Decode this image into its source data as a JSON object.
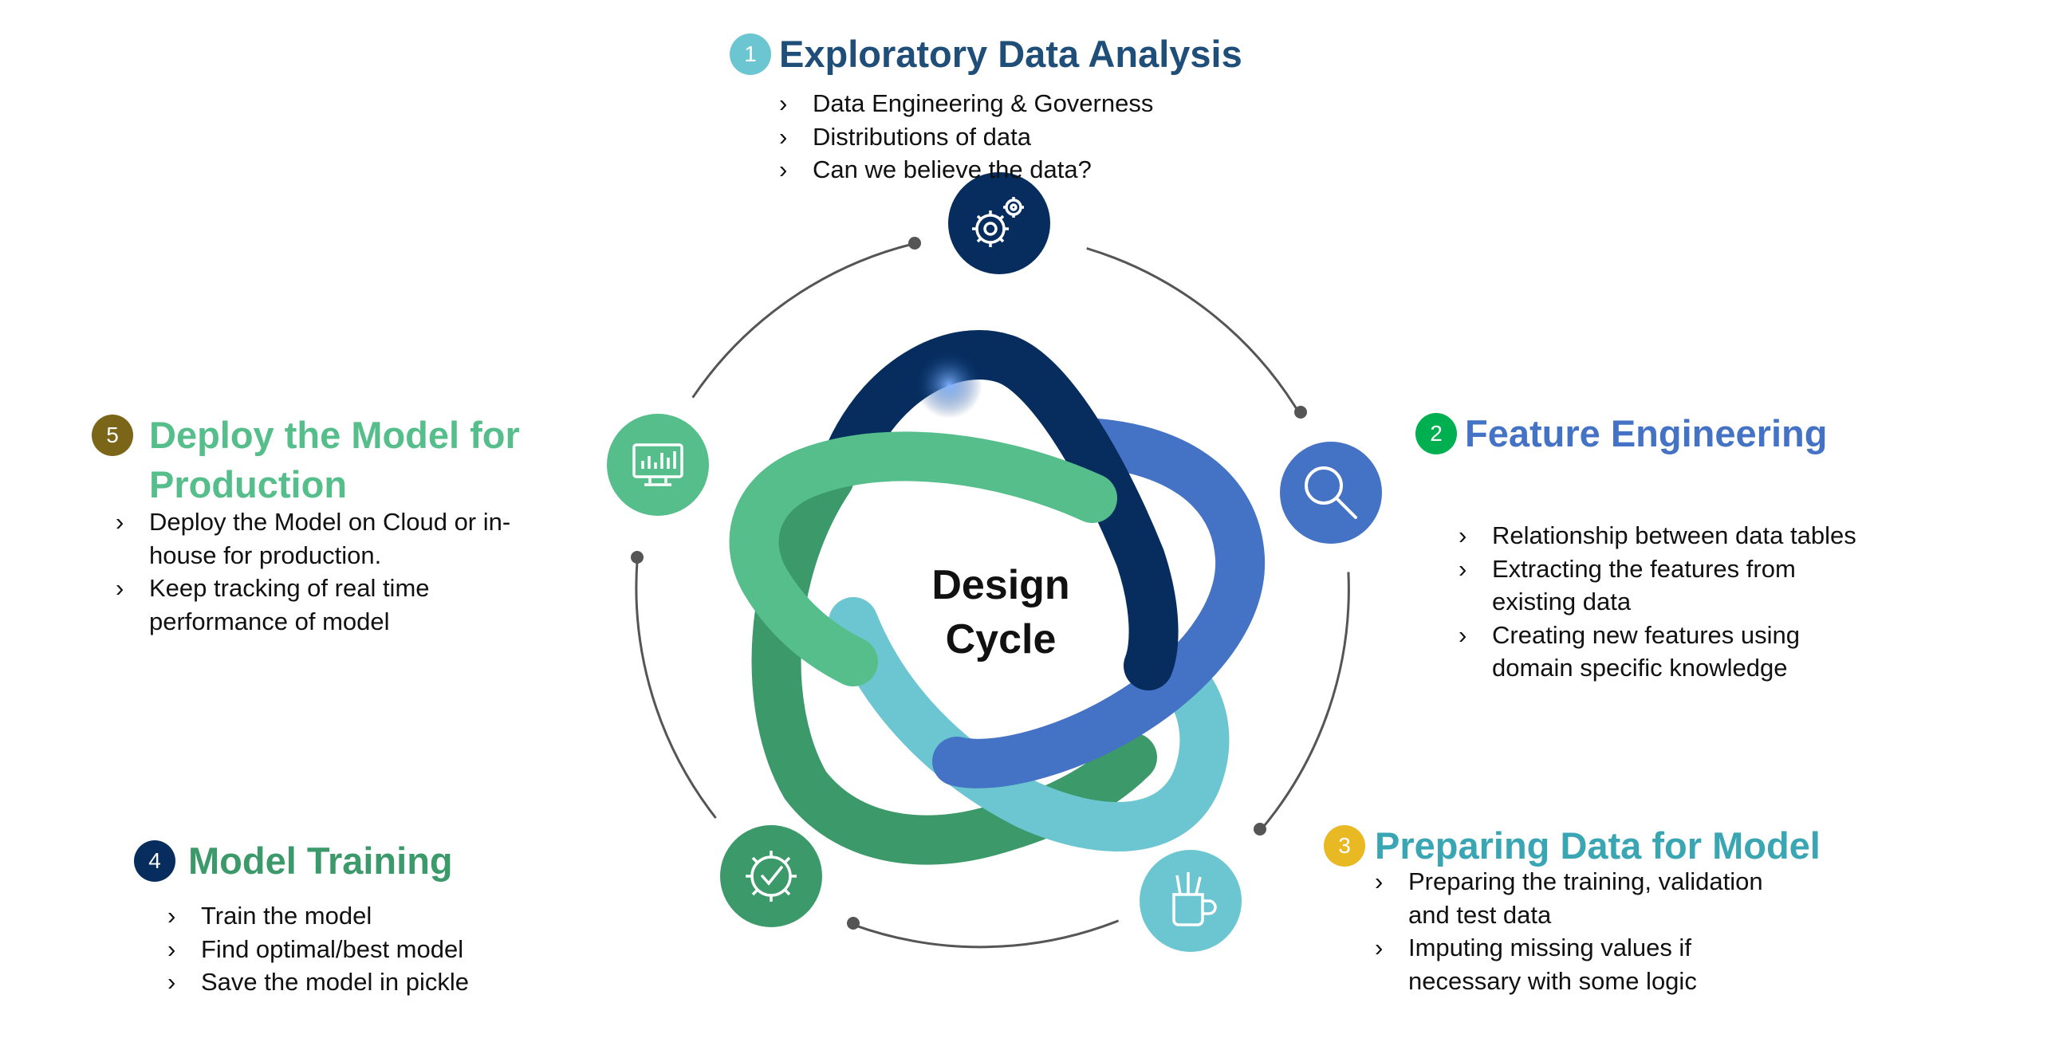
{
  "center": {
    "line1": "Design",
    "line2": "Cycle"
  },
  "colors": {
    "navy": "#062d5e",
    "blue": "#4472c4",
    "teal": "#6cc6d1",
    "green": "#3c9a6a",
    "mint": "#55be8a",
    "ring_line": "#555555"
  },
  "icons": {
    "step1": "gears-icon",
    "step2": "magnifier-icon",
    "step3": "pencil-cup-icon",
    "step4": "gear-check-icon",
    "step5": "monitor-chart-icon"
  },
  "steps": [
    {
      "number": "1",
      "title": "Exploratory Data Analysis",
      "title_color": "#1f4e79",
      "badge_color": "#6cc6d1",
      "bullets": [
        "Data Engineering & Governess",
        "Distributions of data",
        "Can we believe the data?"
      ]
    },
    {
      "number": "2",
      "title": "Feature Engineering",
      "title_color": "#4472c4",
      "badge_color": "#00b050",
      "bullets": [
        "Relationship between data tables",
        "Extracting the features from existing data",
        "Creating new features using domain specific knowledge"
      ]
    },
    {
      "number": "3",
      "title": "Preparing Data for Model",
      "title_color": "#3aa6b3",
      "badge_color": "#e8b923",
      "bullets": [
        "Preparing the training, validation and test data",
        "Imputing missing values if necessary with some logic"
      ]
    },
    {
      "number": "4",
      "title": "Model Training",
      "title_color": "#3c9a6a",
      "badge_color": "#062d5e",
      "bullets": [
        "Train the model",
        "Find optimal/best model",
        "Save the model in pickle"
      ]
    },
    {
      "number": "5",
      "title": "Deploy the Model for Production",
      "title_color": "#55be8a",
      "badge_color": "#7a6518",
      "bullets": [
        "Deploy the Model on Cloud or in-house for production.",
        "Keep tracking of real time performance of model"
      ]
    }
  ]
}
